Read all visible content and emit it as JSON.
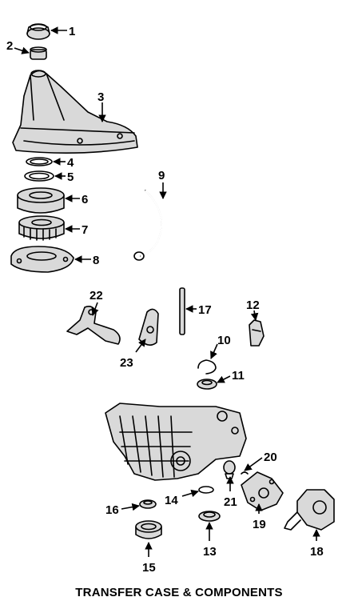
{
  "caption": "TRANSFER CASE & COMPONENTS",
  "callouts": {
    "c1": "1",
    "c2": "2",
    "c3": "3",
    "c4": "4",
    "c5": "5",
    "c6": "6",
    "c7": "7",
    "c8": "8",
    "c9": "9",
    "c10": "10",
    "c11": "11",
    "c12": "12",
    "c13": "13",
    "c14": "14",
    "c15": "15",
    "c16": "16",
    "c17": "17",
    "c18": "18",
    "c19": "19",
    "c20": "20",
    "c21": "21",
    "c22": "22",
    "c23": "23"
  }
}
